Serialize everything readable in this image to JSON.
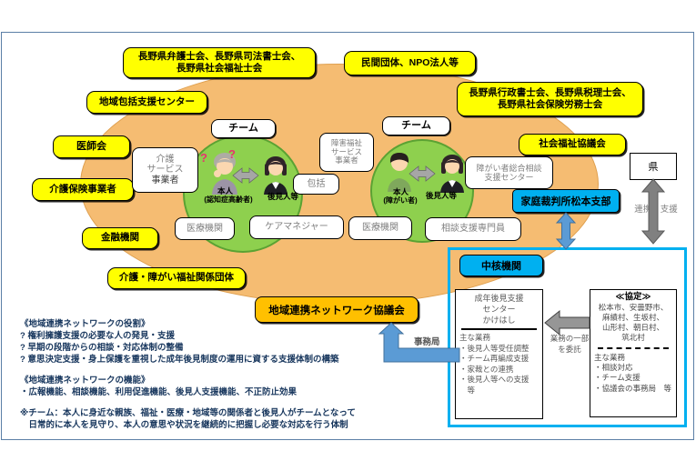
{
  "colors": {
    "yellow_box": "#ffff00",
    "blue_box": "#00b0f0",
    "gold_box": "#ffc000",
    "orange_ellipse": "#f5bc72",
    "green_circle": "#8ed04e",
    "navy_text": "#17365d",
    "arrow_blue": "#5b9bd5",
    "arrow_gray": "#808080"
  },
  "outer_boxes": {
    "bengoshi_line1": "長野県弁護士会、長野県司法書士会、",
    "bengoshi_line2": "長野県社会福祉士会",
    "npo": "民間団体、NPO法人等",
    "chiiki_hokatsu_center": "地域包括支援センター",
    "gyosei_line1": "長野県行政書士会、長野県税理士会、",
    "gyosei_line2": "長野県社会保険労務士会",
    "ishikai": "医師会",
    "kaigo_hoken": "介護保険事業者",
    "kinyu": "金融機関",
    "kaigo_shogai_dantai": "介護・障がい福祉関係団体",
    "shakyo": "社会福祉協議会",
    "ken": "県"
  },
  "teams": {
    "left": "チーム",
    "right": "チーム"
  },
  "service_boxes": {
    "kaigo_line1": "介護",
    "kaigo_line2": "サービス",
    "kaigo_line3": "事業者",
    "shogai_line1": "障害福祉",
    "shogai_line2": "サービス",
    "shogai_line3": "事業者",
    "hokatsu": "包括",
    "iryo_left": "医療機関",
    "care_manager": "ケアマネジャー",
    "iryo_right": "医療機関",
    "sodan_senmonin": "相談支援専門員",
    "shogai_sodan_line1": "障がい者総合相談",
    "shogai_sodan_line2": "支援センター"
  },
  "persons": {
    "left_honnin_label1": "本人",
    "left_honnin_label2": "(認知症高齢者)",
    "left_kokennin": "後見人等",
    "right_honnin_label1": "本人",
    "right_honnin_label2": "(障がい者)",
    "right_kokennin": "後見人等",
    "qmark": "?"
  },
  "court": {
    "kasai": "家庭裁判所松本支部"
  },
  "network": {
    "kyogikai": "地域連携ネットワーク協議会"
  },
  "right_labels": {
    "renkei_shien": "連携・支援"
  },
  "chukaku": {
    "label": "中核機関",
    "kakehashi_line1": "成年後見支援",
    "kakehashi_line2": "センター",
    "kakehashi_line3": "かけはし",
    "kakehashi_duties_header": "主な業務",
    "kakehashi_duties": [
      "・後見人等受任調整",
      "・チーム再編成支援",
      "・家裁との連携",
      "・後見人等への支援",
      "　等"
    ],
    "itaku_line1": "業務の一部",
    "itaku_line2": "を委託",
    "kyotei_title": "≪協定≫",
    "kyotei_munis": [
      "松本市、安曇野市、",
      "麻績村、生坂村、",
      "山形村、朝日村、",
      "筑北村"
    ],
    "kyotei_duties_header": "主な業務",
    "kyotei_duties": [
      "・相談対応",
      "・チーム支援",
      "・協議会の事務局　等"
    ],
    "jimukyoku": "事務局"
  },
  "notes": {
    "roles_header": "《地域連携ネットワークの役割》",
    "roles": [
      "? 権利擁護支援の必要な人の発見・支援",
      "? 早期の段階からの相談・対応体制の整備",
      "? 意思決定支援・身上保護を重視した成年後見制度の運用に資する支援体制の構築"
    ],
    "functions_header": "《地域連携ネットワークの機能》",
    "functions": [
      "・広報機能、相談機能、利用促進機能、後見人支援機能、不正防止効果"
    ],
    "team_note_line1": "※チーム：本人に身近な親族、福祉・医療・地域等の関係者と後見人がチームとなって",
    "team_note_line2": "　日常的に本人を見守り、本人の意思や状況を継続的に把握し必要な対応を行う体制"
  }
}
